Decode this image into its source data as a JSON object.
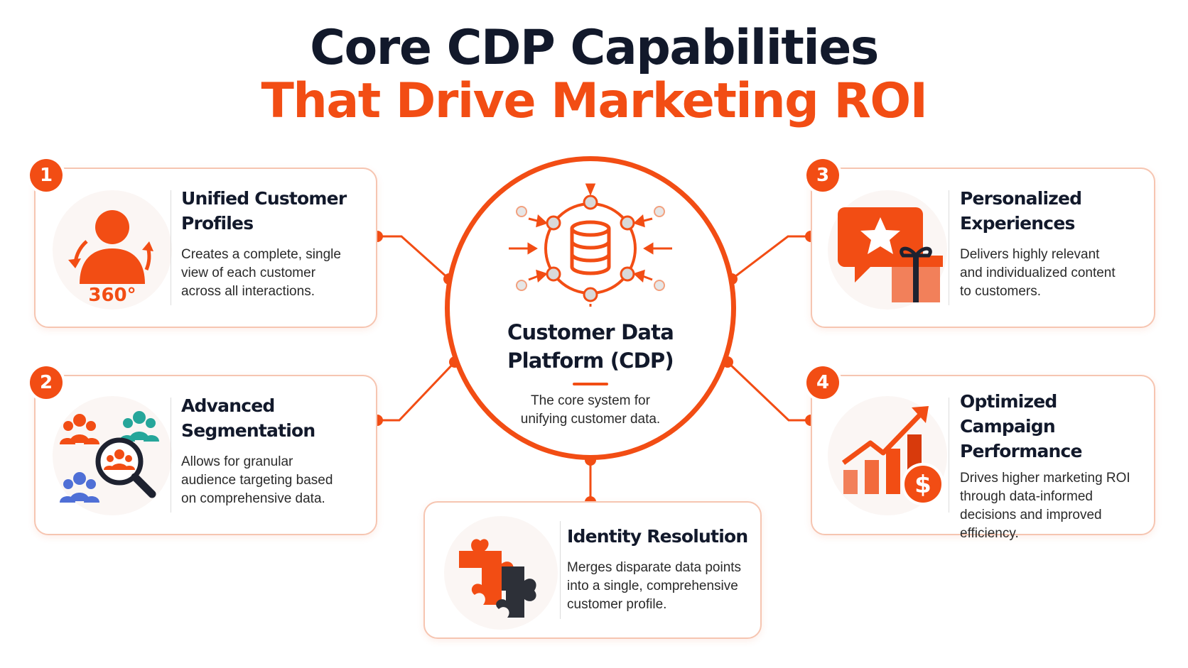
{
  "header": {
    "title_line1": "Core CDP Capabilities",
    "title_line2": "That Drive Marketing ROI"
  },
  "center": {
    "title_line1": "Customer Data",
    "title_line2": "Platform (CDP)",
    "subtitle_line1": "The core system for",
    "subtitle_line2": "unifying customer data."
  },
  "capabilities": [
    {
      "number": "1",
      "title_line1": "Unified Customer",
      "title_line2": "Profiles",
      "desc_line1": "Creates a complete, single",
      "desc_line2": "view of each customer",
      "desc_line3": "across all interactions.",
      "icon_label": "360°"
    },
    {
      "number": "2",
      "title_line1": "Advanced",
      "title_line2": "Segmentation",
      "desc_line1": "Allows for granular",
      "desc_line2": "audience targeting based",
      "desc_line3": "on comprehensive data."
    },
    {
      "number": "3",
      "title_line1": "Personalized",
      "title_line2": "Experiences",
      "desc_line1": "Delivers highly relevant",
      "desc_line2": "and individualized content",
      "desc_line3": "to customers."
    },
    {
      "number": "4",
      "title_line1": "Optimized Campaign",
      "title_line2": "Performance",
      "desc_line1": "Drives higher marketing ROI",
      "desc_line2": "through data-informed",
      "desc_line3": "decisions and improved",
      "desc_line4": "efficiency.",
      "icon_label": "$"
    },
    {
      "title": "Identity Resolution",
      "desc_line1": "Merges disparate data points",
      "desc_line2": "into a single, comprehensive",
      "desc_line3": "customer profile."
    }
  ],
  "icons": {
    "card1": "person-360-icon",
    "card2": "audience-segments-icon",
    "card3": "chat-star-gift-icon",
    "card4": "growth-chart-dollar-icon",
    "card5": "puzzle-pieces-icon",
    "center": "data-hub-icon"
  },
  "colors": {
    "accent": "#f24d14",
    "dark": "#12192b",
    "card_border": "#f6c5b1",
    "teal": "#26a69a",
    "blue": "#4f6fd6",
    "puzzle_dark": "#2d3038"
  }
}
